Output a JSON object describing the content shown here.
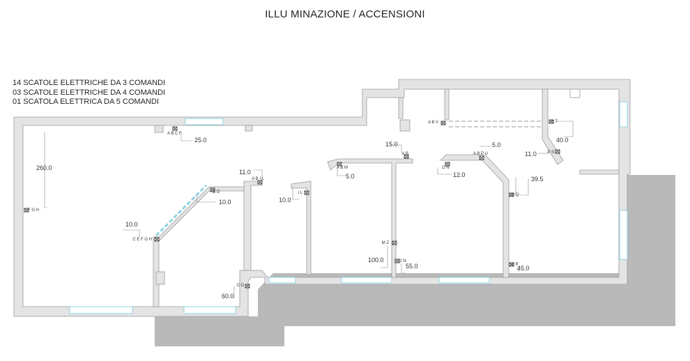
{
  "title": "ILLU MINAZIONE / ACCENSIONI",
  "legend": [
    "14 SCATOLE ELETTRICHE DA 3 COMANDI",
    "03 SCATOLE ELETTRICHE DA 4 COMANDI",
    "01 SCATOLA ELETTRICA DA 5 COMANDI"
  ],
  "colors": {
    "wall": "#e4e4e4",
    "wall_stroke": "#9a9a9a",
    "exterior": "#b9b9b9",
    "window_glass": "#8fd3e6",
    "dimension_line": "#8a8a8a"
  },
  "switches": [
    {
      "label": "A B C F"
    },
    {
      "label": "F G H"
    },
    {
      "label": "C D"
    },
    {
      "label": "C E F G H"
    },
    {
      "label": "A B I L"
    },
    {
      "label": "I L"
    },
    {
      "label": "C D"
    },
    {
      "label": "A B M"
    },
    {
      "label": "A B"
    },
    {
      "label": "M Z"
    },
    {
      "label": "O N"
    },
    {
      "label": "A B V"
    },
    {
      "label": "O N"
    },
    {
      "label": "A B P U"
    },
    {
      "label": "P Q"
    },
    {
      "label": "P R"
    },
    {
      "label": "S T"
    },
    {
      "label": "P S"
    }
  ],
  "dimensions": [
    {
      "value": "25.0"
    },
    {
      "value": "260.0"
    },
    {
      "value": "10.0"
    },
    {
      "value": "10.0"
    },
    {
      "value": "11.0"
    },
    {
      "value": "10.0"
    },
    {
      "value": "5.0"
    },
    {
      "value": "60.0"
    },
    {
      "value": "15.0"
    },
    {
      "value": "100.0"
    },
    {
      "value": "55.0"
    },
    {
      "value": "5.0"
    },
    {
      "value": "12.0"
    },
    {
      "value": "39.5"
    },
    {
      "value": "45.0"
    },
    {
      "value": "40.0"
    },
    {
      "value": "11.0"
    }
  ]
}
